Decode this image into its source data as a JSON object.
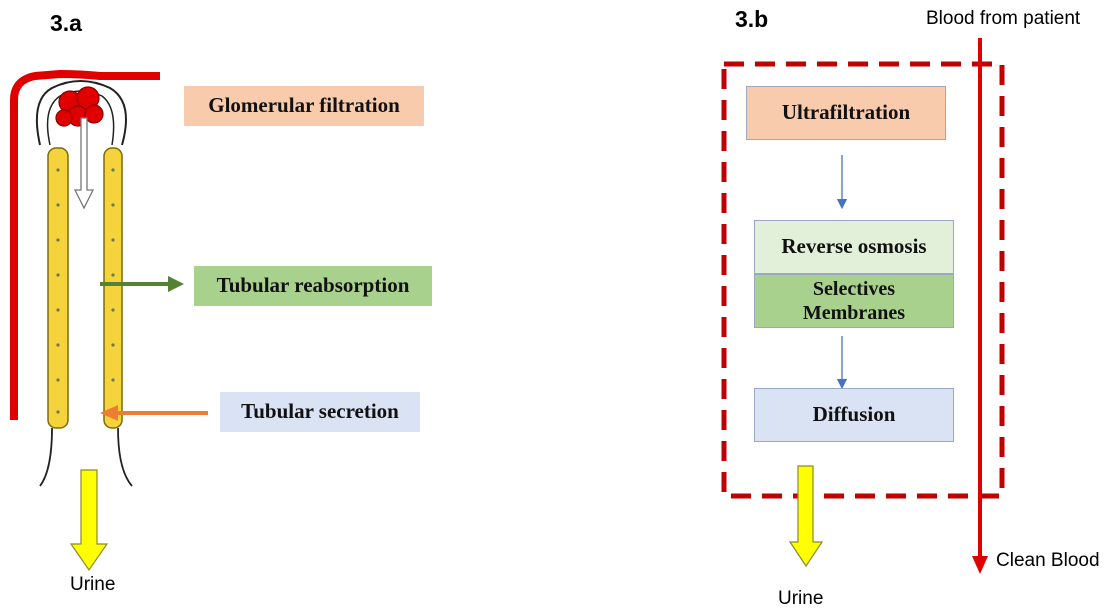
{
  "panel_a": {
    "label": "3.a",
    "boxes": {
      "glomerular": {
        "text": "Glomerular filtration",
        "color": "#f9cbad"
      },
      "reabsorption": {
        "text": "Tubular reabsorption",
        "color": "#a9d18e"
      },
      "secretion": {
        "text": "Tubular secretion",
        "color": "#dae3f3"
      }
    },
    "urine": "Urine"
  },
  "panel_b": {
    "label": "3.b",
    "blood_in": "Blood from patient",
    "blood_out": "Clean Blood",
    "boxes": {
      "ultrafiltration": {
        "text": "Ultrafiltration",
        "color": "#f8cbad"
      },
      "reverse_osmosis": {
        "text": "Reverse osmosis",
        "color": "#e2f0d9"
      },
      "membranes": {
        "text": "Selectives\nMembranes",
        "color": "#a9d18e"
      },
      "diffusion": {
        "text": "Diffusion",
        "color": "#dae3f3"
      }
    },
    "urine": "Urine"
  },
  "colors": {
    "blood": "#e00000",
    "dashed_frame": "#c00000",
    "tubule_fill": "#f5d33a",
    "urine_arrow": "#ffff00",
    "reabsorption_arrow": "#548235",
    "secretion_arrow": "#ed7d31",
    "flow_arrow": "#4472c4"
  }
}
